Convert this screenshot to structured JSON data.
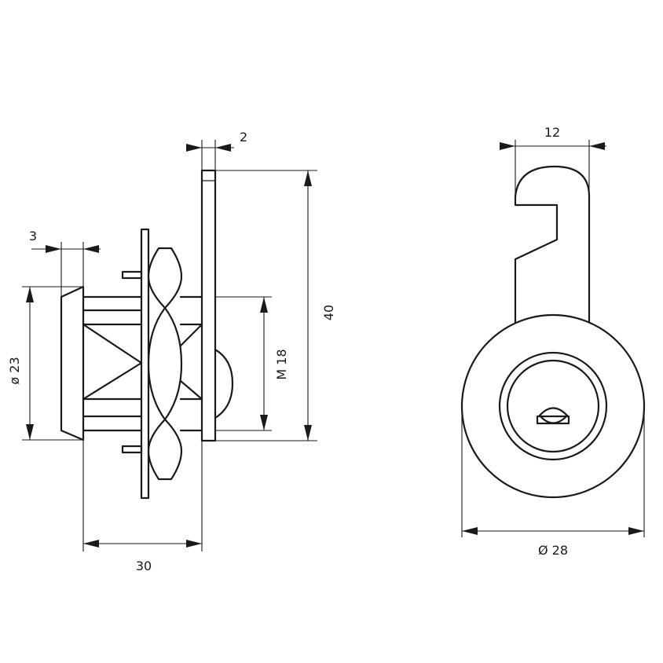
{
  "dimensions": {
    "top_thickness": "2",
    "cam_width": "12",
    "rim_thickness": "3",
    "height": "40",
    "thread": "M 18",
    "diameter_front": "ø 23",
    "length": "30",
    "diameter_side": "Ø 28"
  },
  "colors": {
    "line": "#1a1a1a",
    "background": "#ffffff"
  }
}
